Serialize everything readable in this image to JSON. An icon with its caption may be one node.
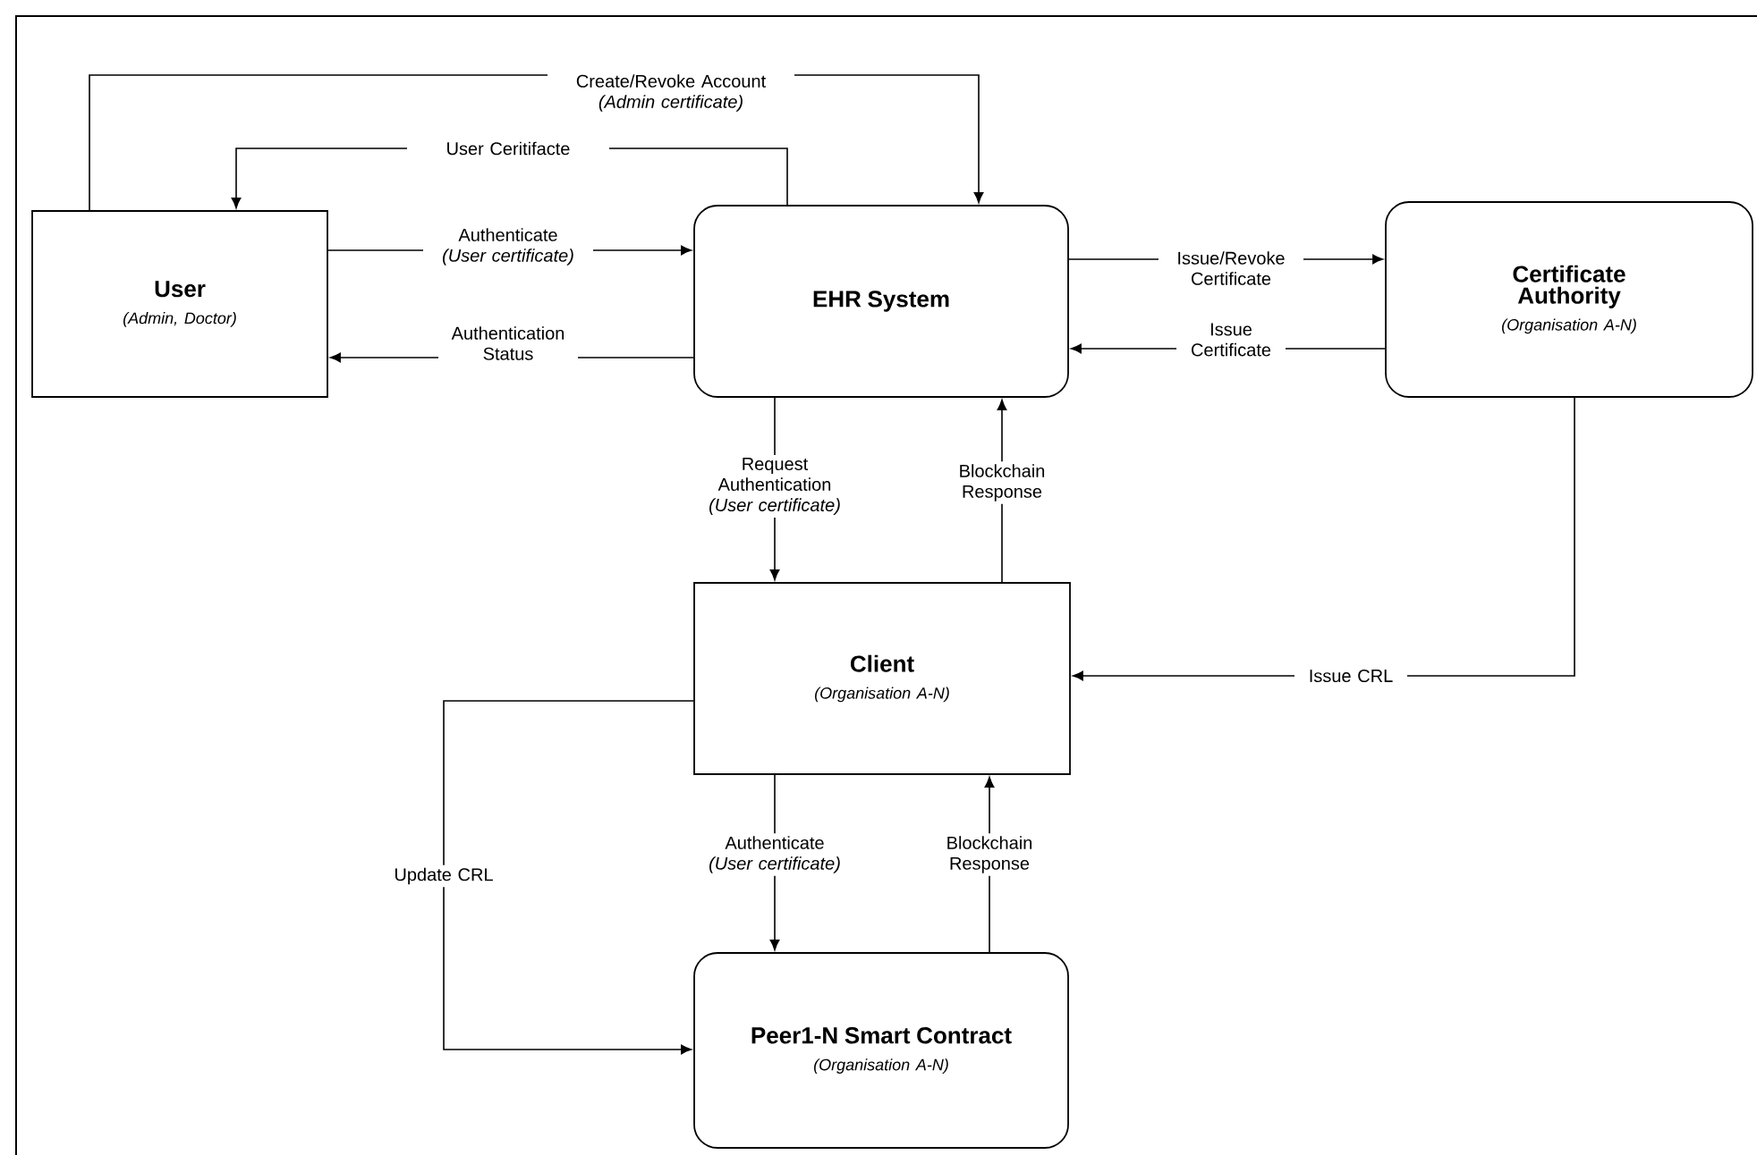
{
  "diagram": {
    "nodes": [
      {
        "text": [
          "User",
          "(Admin, Doctor)"
        ]
      },
      {
        "text": [
          "EHR System"
        ]
      },
      {
        "text": [
          "Certificate Authority",
          "(Organisation A-N)"
        ]
      },
      {
        "text": [
          "Client",
          "(Organisation A-N)"
        ]
      },
      {
        "text": [
          "Peer1-N Smart Contract",
          "(Organisation A-N)"
        ]
      }
    ],
    "edges": [
      {
        "from": 0,
        "to": 1,
        "arrow": "to",
        "label": "Create/Revoke Account *(Admin certificate)*"
      },
      {
        "from": 1,
        "to": 0,
        "arrow": "to",
        "label": "User Ceritifacte"
      },
      {
        "from": 0,
        "to": 1,
        "arrow": "to",
        "label": "Authenticate *(User certificate)*"
      },
      {
        "from": 1,
        "to": 0,
        "arrow": "to",
        "label": "Authentication Status"
      },
      {
        "from": 1,
        "to": 2,
        "arrow": "to",
        "label": "Issue/Revoke Certificate"
      },
      {
        "from": 2,
        "to": 1,
        "arrow": "to",
        "label": "Issue Certificate"
      },
      {
        "from": 1,
        "to": 3,
        "arrow": "to",
        "label": "Request Authentication *(User certificate)*"
      },
      {
        "from": 3,
        "to": 1,
        "arrow": "to",
        "label": "Blockchain Response"
      },
      {
        "from": 2,
        "to": 3,
        "arrow": "to",
        "label": "Issue CRL"
      },
      {
        "from": 3,
        "to": 4,
        "arrow": "to",
        "label": "Authenticate *(User certificate)*"
      },
      {
        "from": 4,
        "to": 3,
        "arrow": "to",
        "label": "Blockchain Response"
      },
      {
        "from": 3,
        "to": 4,
        "arrow": "to",
        "label": "Update CRL"
      }
    ]
  }
}
